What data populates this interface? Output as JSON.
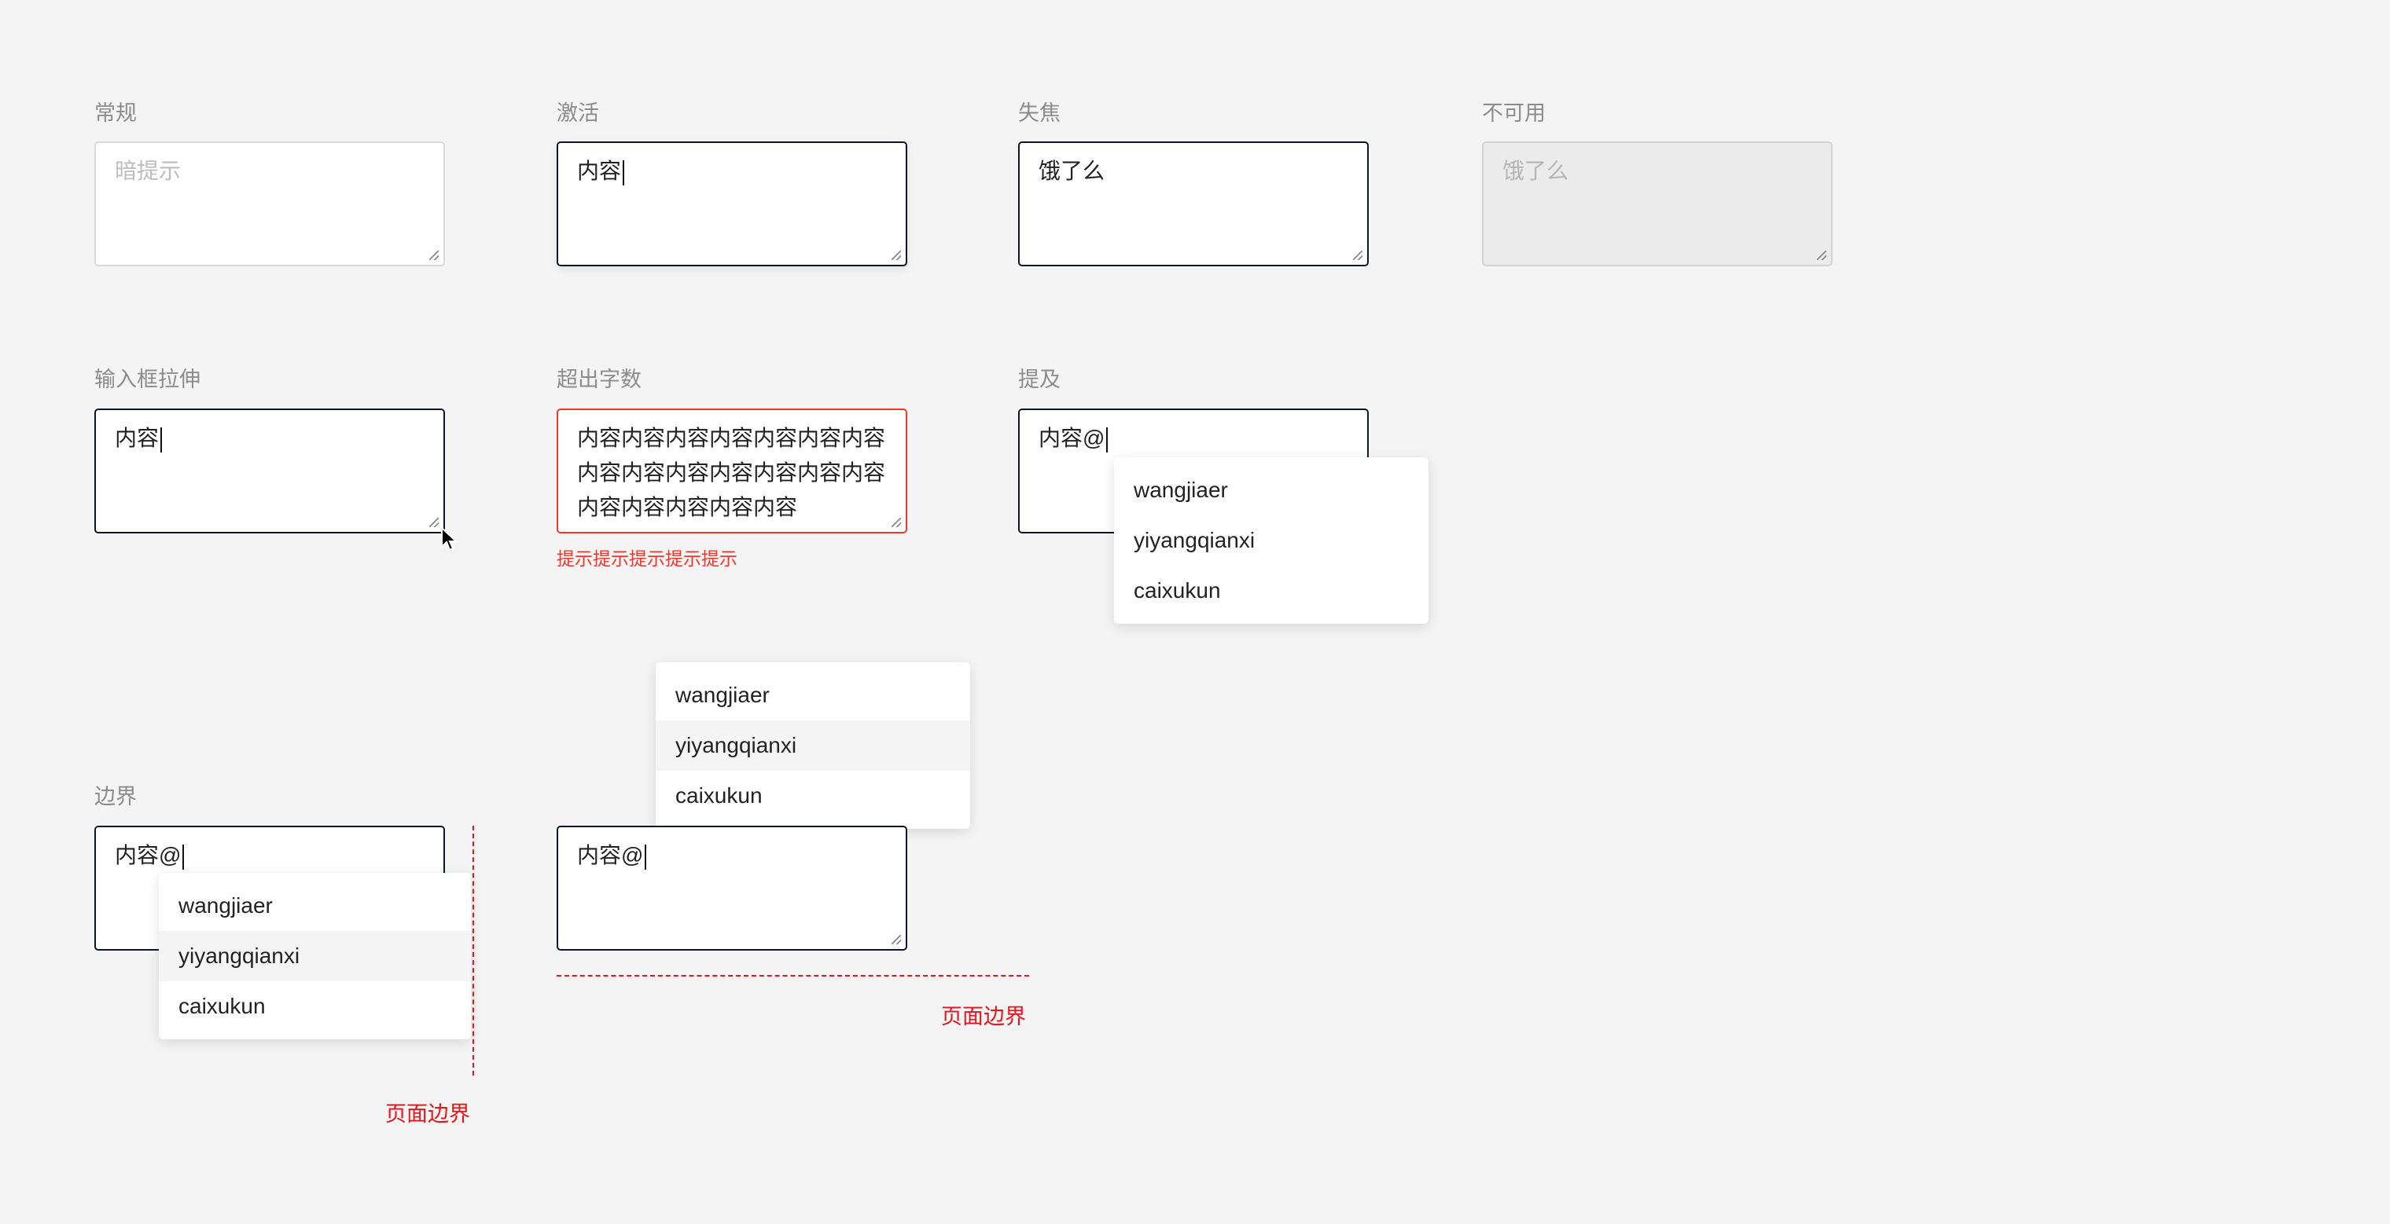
{
  "labels": {
    "normal": "常规",
    "active": "激活",
    "blur": "失焦",
    "disabled": "不可用",
    "resize": "输入框拉伸",
    "overflow": "超出字数",
    "mention": "提及",
    "boundary": "边界"
  },
  "normal": {
    "placeholder": "暗提示"
  },
  "active": {
    "value": "内容"
  },
  "blur": {
    "value": "饿了么"
  },
  "disabled": {
    "value": "饿了么"
  },
  "resize": {
    "value": "内容"
  },
  "overflow": {
    "value": "内容内容内容内容内容内容内容内容内容内容内容内容内容内容内容内容内容内容内容",
    "error": "提示提示提示提示提示"
  },
  "mention": {
    "value": "内容@"
  },
  "mention_options": [
    "wangjiaer",
    "yiyangqianxi",
    "caixukun"
  ],
  "boundary": {
    "value": "内容@",
    "edge_label": "页面边界"
  }
}
